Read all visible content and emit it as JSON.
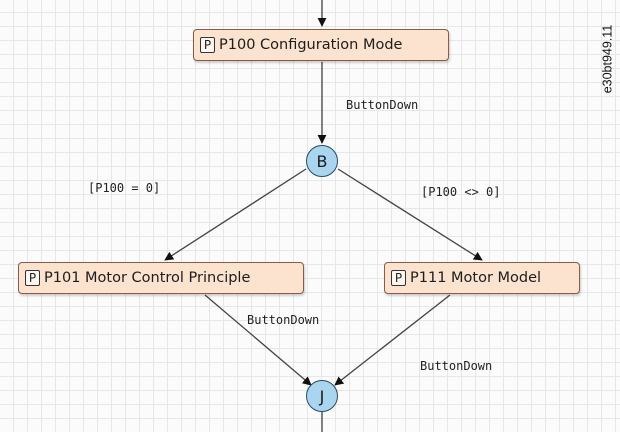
{
  "nodes": {
    "p100": {
      "badge": "P",
      "label": "P100 Configuration Mode"
    },
    "p101": {
      "badge": "P",
      "label": "P101 Motor Control Principle"
    },
    "p111": {
      "badge": "P",
      "label": "P111 Motor Model"
    }
  },
  "junctions": {
    "branch": "B",
    "join": "J"
  },
  "edge_labels": {
    "p100_to_branch": "ButtonDown",
    "branch_to_p101": "[P100 = 0]",
    "branch_to_p111": "[P100 <> 0]",
    "p101_to_join": "ButtonDown",
    "p111_to_join": "ButtonDown"
  },
  "figure_id": "e30bt949.11",
  "colors": {
    "node_fill": "#fbe3cf",
    "node_border": "#8a5a44",
    "junction_fill": "#a9d6ee",
    "junction_border": "#274a63",
    "edge": "#444444"
  }
}
